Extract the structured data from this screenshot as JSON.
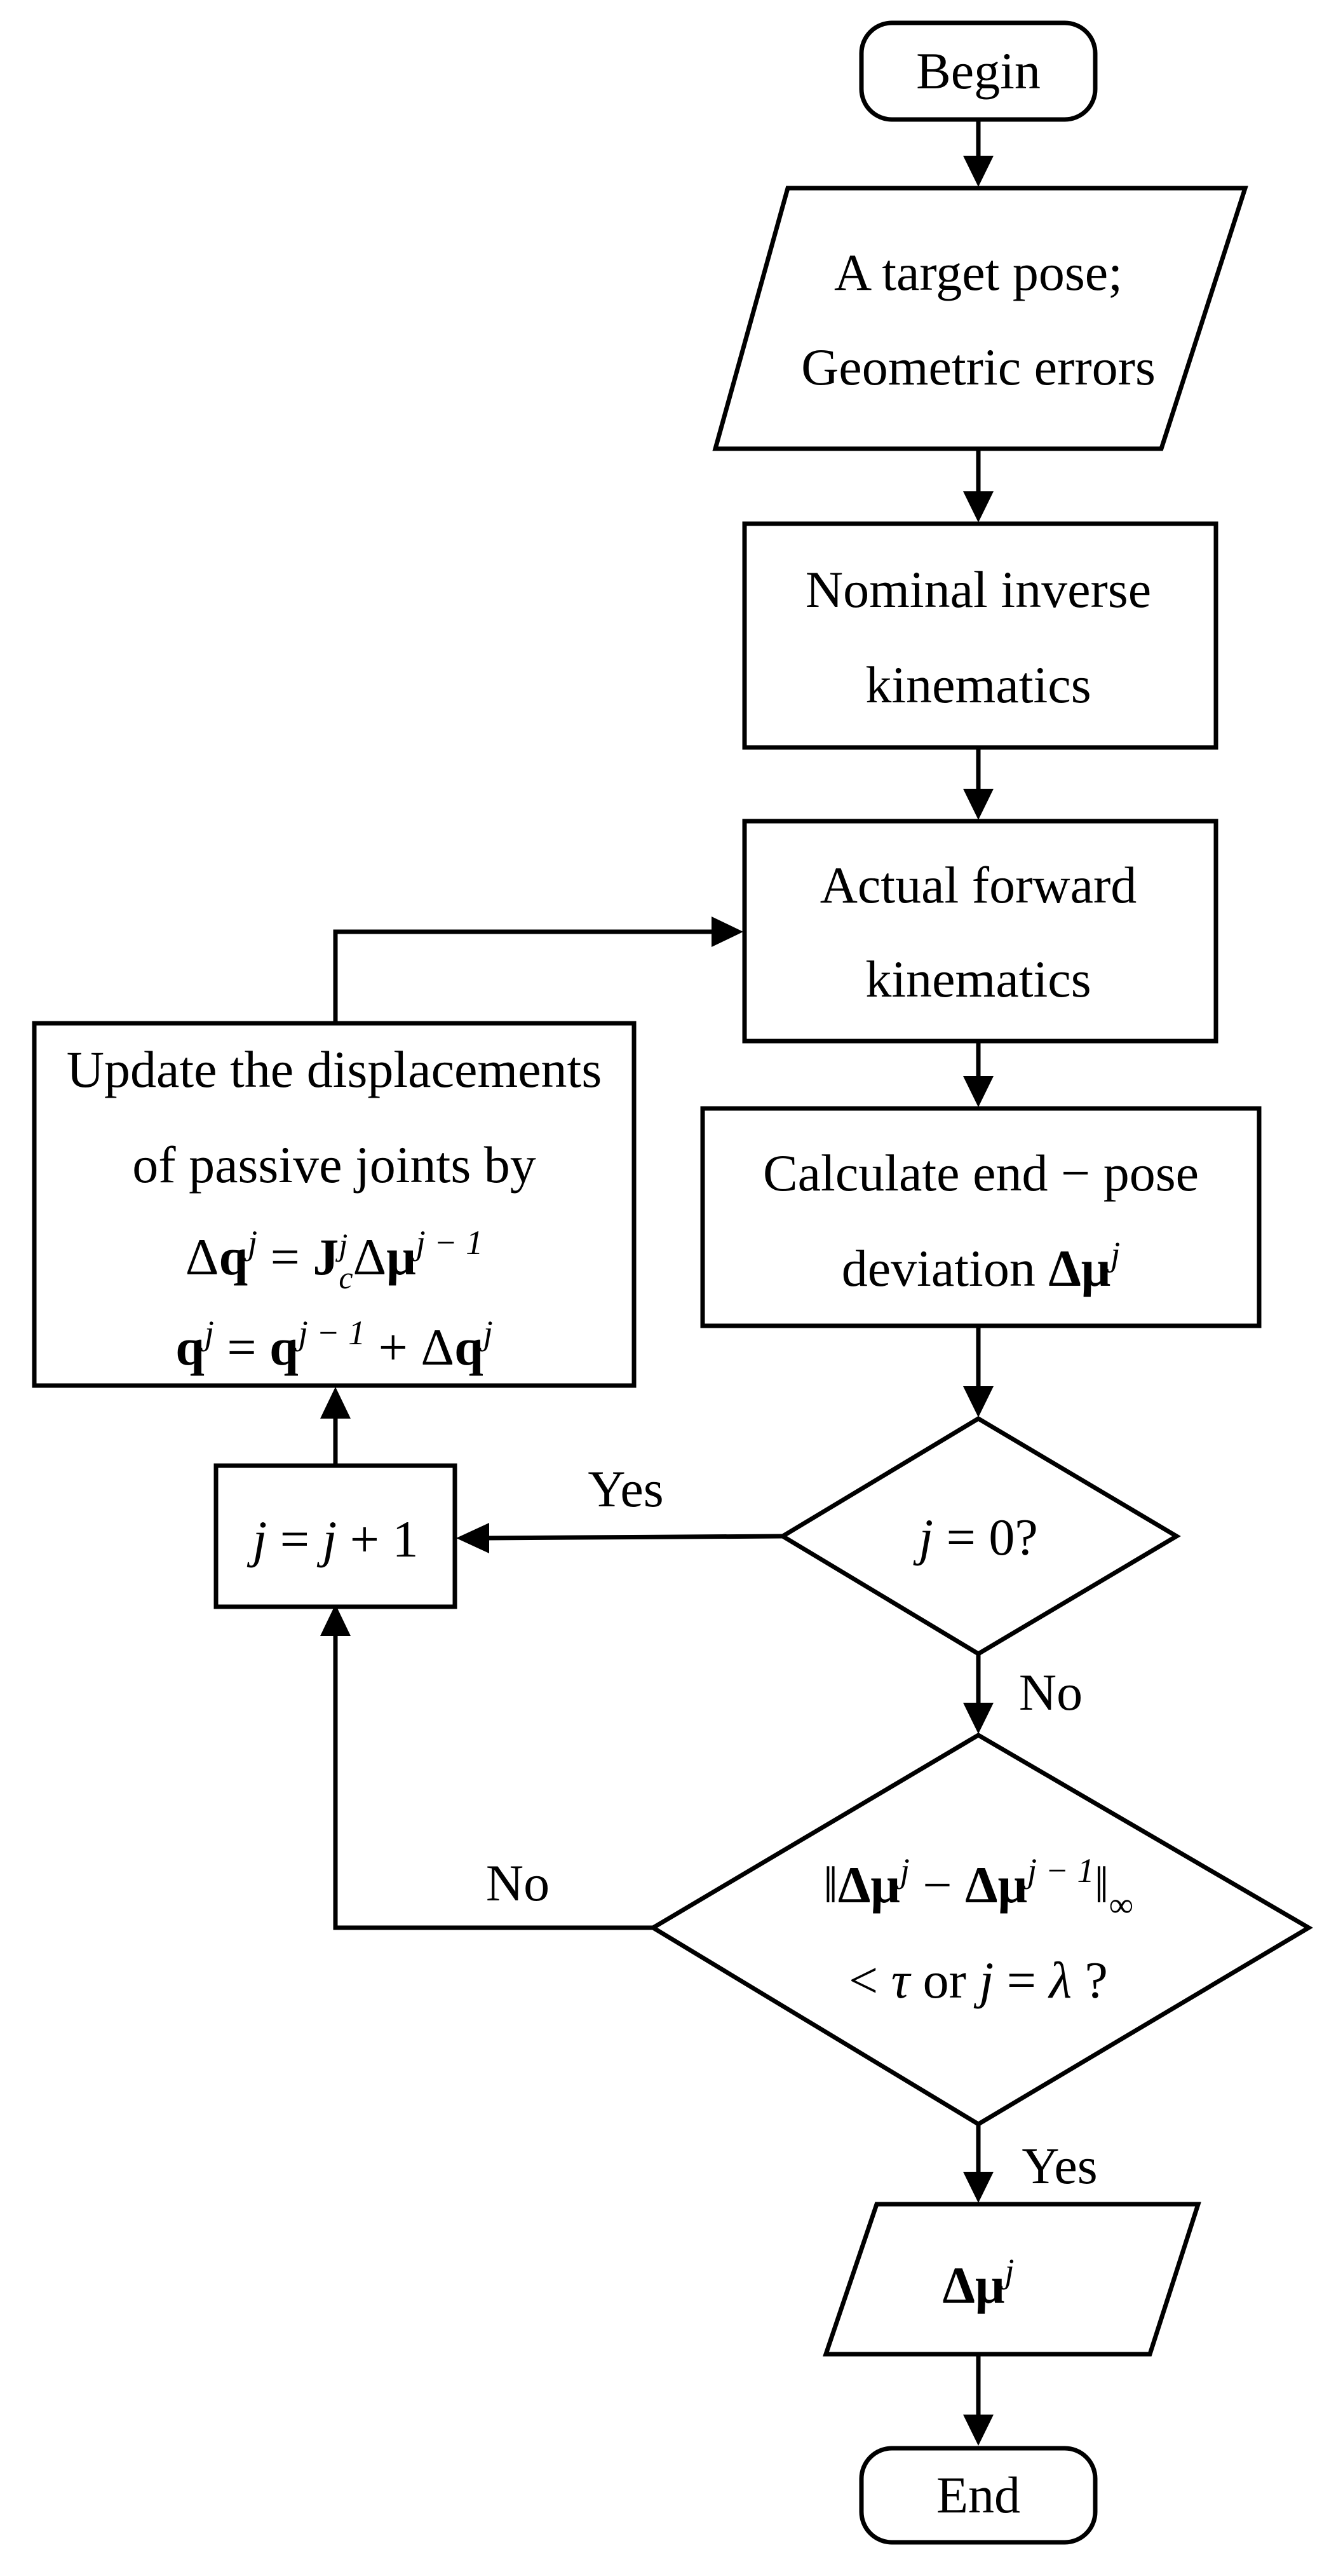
{
  "flowchart": {
    "begin": "Begin",
    "input": {
      "line1": "A target pose;",
      "line2": "Geometric errors"
    },
    "nominal_ik": {
      "line1": "Nominal inverse",
      "line2": "kinematics"
    },
    "actual_fk": {
      "line1": "Actual forward",
      "line2": "kinematics"
    },
    "calc": {
      "line1": "Calculate end − pose",
      "line2_text": "deviation ",
      "delta": "Δ",
      "mu": "μ",
      "sup_j": "j"
    },
    "update": {
      "line1": "Update the displacements",
      "line2": "of passive joints by",
      "eq1": {
        "delta": "Δ",
        "q": "q",
        "sup_j": "j",
        "equals": " = ",
        "J": "J",
        "sup": "j",
        "sub": "c",
        "mu": "μ",
        "sup_jm1": "j − 1"
      },
      "eq2": {
        "q": "q",
        "sup_j": "j",
        "equals": " = ",
        "sup_jm1": "j − 1",
        "plus": " + ",
        "delta": "Δ"
      }
    },
    "increment": {
      "j": "j",
      "equals": " = ",
      "plus": " + 1"
    },
    "decision1": {
      "j": "j",
      "rest": " = 0?"
    },
    "decision2": {
      "norm": "‖",
      "delta": "Δ",
      "mu": "μ",
      "sup_j": "j",
      "minus": " − ",
      "sup_jm1": "j − 1",
      "inf": "∞",
      "lt": "< ",
      "tau": "τ",
      "or": " or ",
      "j": "j",
      "equals": " = ",
      "lambda": "λ",
      "q": " ?"
    },
    "output": {
      "delta": "Δ",
      "mu": "μ",
      "sup_j": "j"
    },
    "end": "End",
    "labels": {
      "yes_top": "Yes",
      "no_mid": "No",
      "no_left": "No",
      "yes_bottom": "Yes"
    }
  }
}
